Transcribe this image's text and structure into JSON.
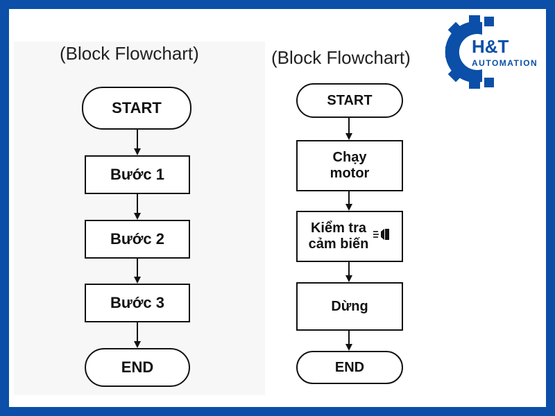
{
  "left_flowchart": {
    "title": "(Block Flowchart)",
    "nodes": [
      {
        "label": "START",
        "shape": "terminal"
      },
      {
        "label": "Bước 1",
        "shape": "process"
      },
      {
        "label": "Bước 2",
        "shape": "process"
      },
      {
        "label": "Bước 3",
        "shape": "process"
      },
      {
        "label": "END",
        "shape": "terminal"
      }
    ]
  },
  "right_flowchart": {
    "title": "(Block Flowchart)",
    "nodes": [
      {
        "label": "START",
        "shape": "terminal"
      },
      {
        "label": "Chạy motor",
        "shape": "process",
        "lines": [
          "Chạy",
          "motor"
        ]
      },
      {
        "label": "Kiểm tra cảm biến",
        "shape": "process",
        "lines": [
          "Kiểm tra",
          "cảm biến"
        ],
        "icon": "sensor-icon"
      },
      {
        "label": "Dừng",
        "shape": "process"
      },
      {
        "label": "END",
        "shape": "terminal"
      }
    ]
  },
  "logo": {
    "brand": "H&T",
    "tagline": "AUTOMATION",
    "icon": "gear-icon",
    "color": "#0b4fa8"
  },
  "colors": {
    "frame": "#0b4fa8",
    "stroke": "#111111"
  }
}
